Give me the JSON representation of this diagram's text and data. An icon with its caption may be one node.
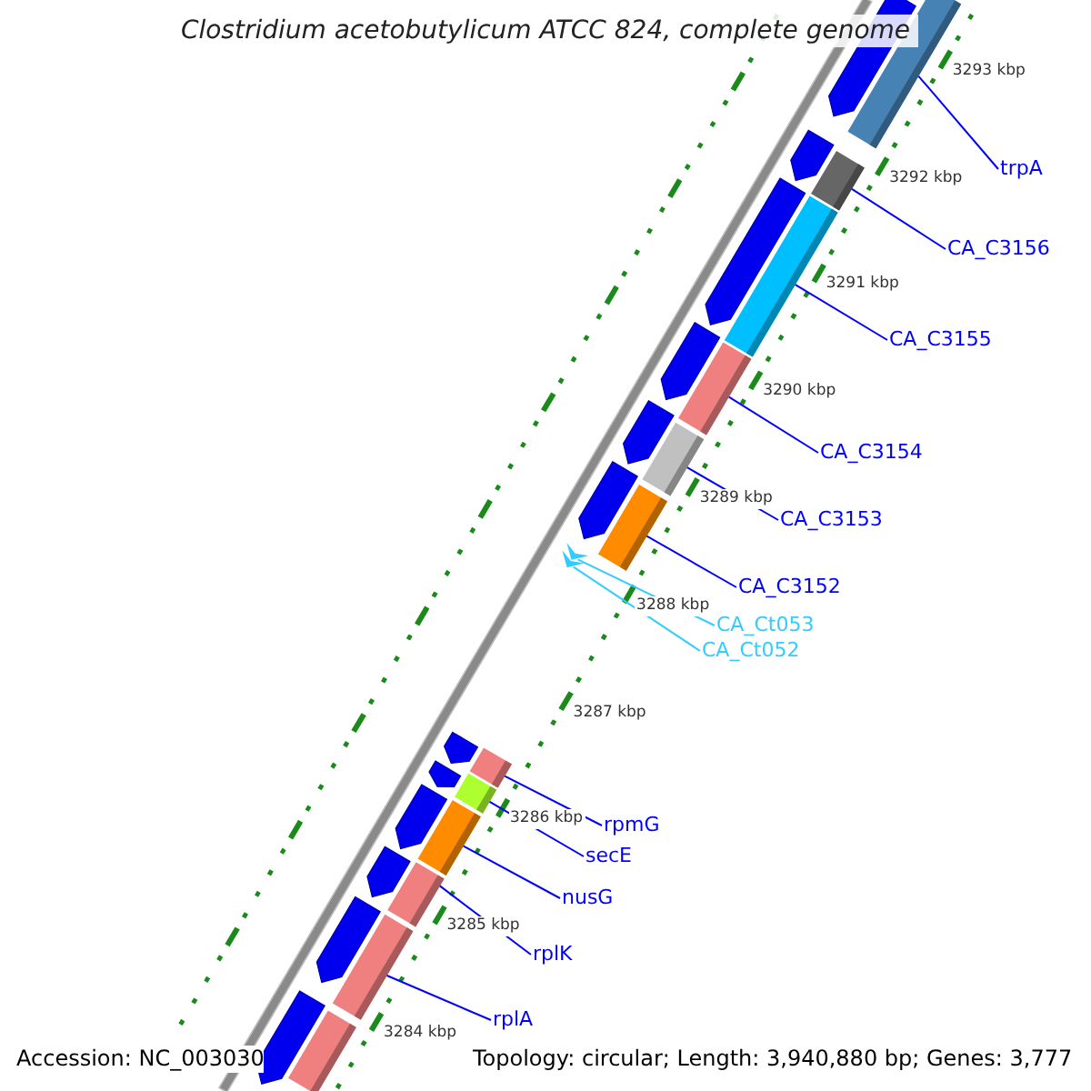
{
  "diagram": {
    "title": "Clostridium acetobutylicum ATCC 824, complete genome",
    "nodes": [
      {
        "text": [
          "trpA"
        ]
      },
      {
        "text": [],
        "shape": "bar"
      },
      {
        "text": [
          "CA_C3156"
        ]
      },
      {
        "text": [],
        "shape": "bar"
      },
      {
        "text": [
          "CA_C3155"
        ]
      },
      {
        "text": [],
        "shape": "bar"
      },
      {
        "text": [
          "CA_C3154"
        ]
      },
      {
        "text": [],
        "shape": "bar"
      },
      {
        "text": [
          "CA_C3153"
        ]
      },
      {
        "text": [],
        "shape": "bar"
      },
      {
        "text": [
          "CA_C3152"
        ]
      },
      {
        "text": [],
        "shape": "bar"
      },
      {
        "text": [
          "CA_Ct053"
        ]
      },
      {
        "text": [],
        "shape": "arrow"
      },
      {
        "text": [
          "CA_Ct052"
        ]
      },
      {
        "text": [],
        "shape": "arrow"
      },
      {
        "text": [
          "rpmG"
        ]
      },
      {
        "text": [],
        "shape": "bar"
      },
      {
        "text": [
          "secE"
        ]
      },
      {
        "text": [],
        "shape": "bar"
      },
      {
        "text": [
          "nusG"
        ]
      },
      {
        "text": [],
        "shape": "bar"
      },
      {
        "text": [
          "rplK"
        ]
      },
      {
        "text": [],
        "shape": "bar"
      },
      {
        "text": [
          "rplA"
        ]
      },
      {
        "text": [],
        "shape": "bar"
      },
      {
        "text": [],
        "shape": "bar"
      },
      {
        "text": [],
        "shape": "pentagon"
      },
      {
        "text": [],
        "shape": "pentagon"
      },
      {
        "text": [],
        "shape": "pentagon"
      },
      {
        "text": [],
        "shape": "pentagon"
      },
      {
        "text": [],
        "shape": "pentagon"
      },
      {
        "text": [],
        "shape": "pentagon"
      },
      {
        "text": [],
        "shape": "pentagon"
      },
      {
        "text": [],
        "shape": "pentagon"
      },
      {
        "text": [],
        "shape": "pentagon"
      },
      {
        "text": [],
        "shape": "pentagon"
      },
      {
        "text": [],
        "shape": "pentagon"
      },
      {
        "text": [],
        "shape": "pentagon"
      }
    ],
    "edges": [
      {
        "from": 0,
        "to": 1,
        "arrow": "none"
      },
      {
        "from": 2,
        "to": 3,
        "arrow": "none"
      },
      {
        "from": 4,
        "to": 5,
        "arrow": "none"
      },
      {
        "from": 6,
        "to": 7,
        "arrow": "none"
      },
      {
        "from": 8,
        "to": 9,
        "arrow": "none"
      },
      {
        "from": 10,
        "to": 11,
        "arrow": "none"
      },
      {
        "from": 12,
        "to": 13,
        "arrow": "none",
        "color": "#33ccff"
      },
      {
        "from": 14,
        "to": 15,
        "arrow": "none",
        "color": "#33ccff"
      },
      {
        "from": 16,
        "to": 17,
        "arrow": "none"
      },
      {
        "from": 18,
        "to": 19,
        "arrow": "none"
      },
      {
        "from": 20,
        "to": 21,
        "arrow": "none"
      },
      {
        "from": 22,
        "to": 23,
        "arrow": "none"
      },
      {
        "from": 24,
        "to": 25,
        "arrow": "none"
      }
    ],
    "labels": [
      "3293 kbp",
      "3292 kbp",
      "3291 kbp",
      "3290 kbp",
      "3289 kbp",
      "3288 kbp",
      "3287 kbp",
      "3286 kbp",
      "3285 kbp",
      "3284 kbp",
      "Accession: NC_003030",
      "Topology: circular; Length: 3,940,880 bp; Genes: 3,777"
    ]
  }
}
